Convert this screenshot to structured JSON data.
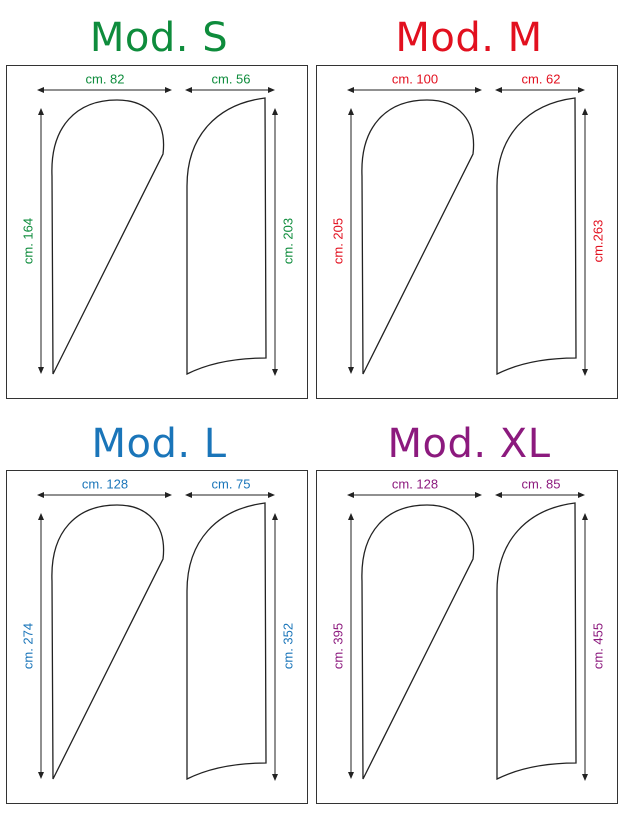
{
  "models": [
    {
      "title": "Mod. S",
      "color": "#0e8c3c",
      "teardrop": {
        "width": "cm. 82",
        "height": "cm. 164"
      },
      "feather": {
        "width": "cm. 56",
        "height": "cm. 203"
      }
    },
    {
      "title": "Mod. M",
      "color": "#e2101f",
      "teardrop": {
        "width": "cm. 100",
        "height": "cm. 205"
      },
      "feather": {
        "width": "cm. 62",
        "height": "cm.263"
      }
    },
    {
      "title": "Mod. L",
      "color": "#1a75b9",
      "teardrop": {
        "width": "cm. 128",
        "height": "cm. 274"
      },
      "feather": {
        "width": "cm. 75",
        "height": "cm. 352"
      }
    },
    {
      "title": "Mod. XL",
      "color": "#8c1a7e",
      "teardrop": {
        "width": "cm. 128",
        "height": "cm. 395"
      },
      "feather": {
        "width": "cm. 85",
        "height": "cm. 455"
      }
    }
  ]
}
